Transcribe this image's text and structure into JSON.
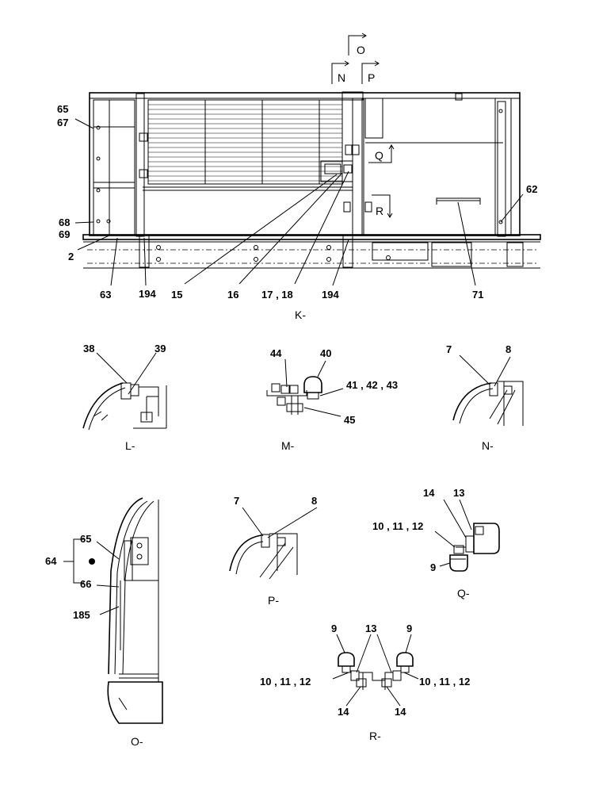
{
  "views": {
    "K": {
      "caption": "K-"
    },
    "L": {
      "caption": "L-"
    },
    "M": {
      "caption": "M-"
    },
    "N": {
      "caption": "N-"
    },
    "O": {
      "caption": "O-"
    },
    "P": {
      "caption": "P-"
    },
    "Q": {
      "caption": "Q-"
    },
    "R": {
      "caption": "R-"
    }
  },
  "view_markers": {
    "O": "O",
    "N": "N",
    "P": "P",
    "Q": "Q",
    "R": "R"
  },
  "labels": {
    "k_65": "65",
    "k_67": "67",
    "k_68": "68",
    "k_69": "69",
    "k_2": "2",
    "k_62": "62",
    "k_63": "63",
    "k_194a": "194",
    "k_15": "15",
    "k_16": "16",
    "k_17_18": "17 , 18",
    "k_194b": "194",
    "k_71": "71",
    "l_38": "38",
    "l_39": "39",
    "m_44": "44",
    "m_40": "40",
    "m_41_42_43": "41 , 42 , 43",
    "m_45": "45",
    "n_7": "7",
    "n_8": "8",
    "o_64": "64",
    "o_65": "65",
    "o_66": "66",
    "o_185": "185",
    "p_7": "7",
    "p_8": "8",
    "q_14": "14",
    "q_13": "13",
    "q_10_11_12": "10 , 11 , 12",
    "q_9": "9",
    "r_9a": "9",
    "r_13": "13",
    "r_9b": "9",
    "r_10_11_12a": "10 , 11 , 12",
    "r_10_11_12b": "10 , 11 , 12",
    "r_14a": "14",
    "r_14b": "14"
  }
}
